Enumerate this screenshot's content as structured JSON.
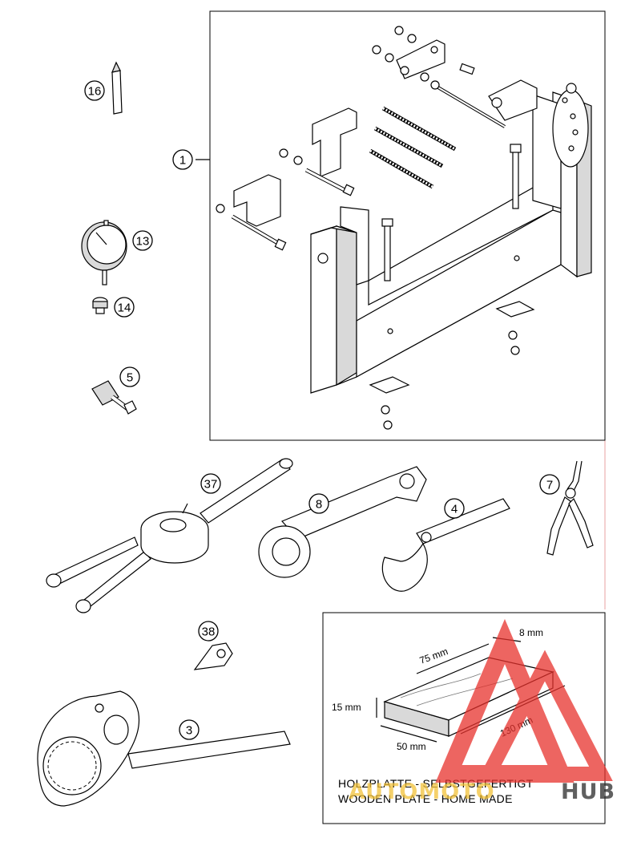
{
  "callouts": {
    "c1": "1",
    "c3": "3",
    "c4": "4",
    "c5": "5",
    "c7": "7",
    "c8": "8",
    "c13": "13",
    "c14": "14",
    "c16": "16",
    "c37": "37",
    "c38": "38"
  },
  "wooden_plate": {
    "dim_length_top": "75 mm",
    "dim_thickness_top": "8 mm",
    "dim_height": "15 mm",
    "dim_length": "130 mm",
    "dim_width": "50 mm",
    "caption_de": "HOLZPLATTE - SELBSTGEFERTIGT",
    "caption_en": "WOODEN PLATE - HOME MADE"
  },
  "watermark": {
    "text_left": "AUTOMOTO",
    "text_right": "HUB",
    "color_red": "#e8322d",
    "color_yellow": "#f2c23a",
    "color_dark": "#2b2b2b"
  }
}
